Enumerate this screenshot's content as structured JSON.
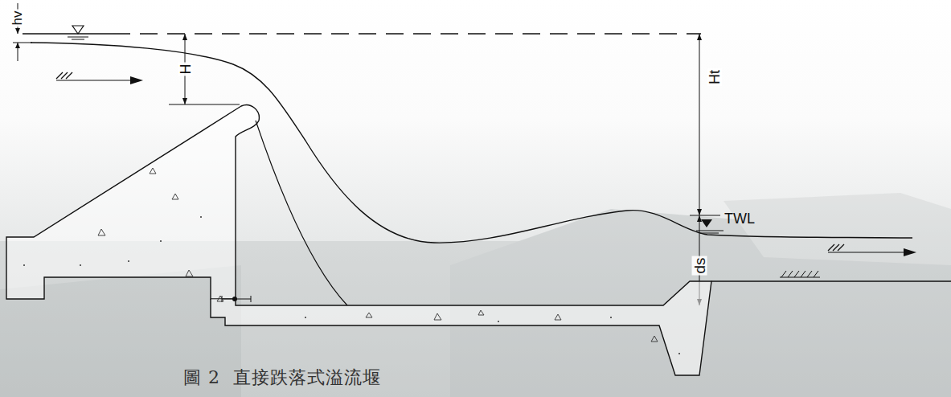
{
  "diagram": {
    "caption": "圖 2  直接跌落式溢流堰",
    "labels": [
      "hv",
      "H",
      "Ht",
      "TWL",
      "ds"
    ]
  }
}
